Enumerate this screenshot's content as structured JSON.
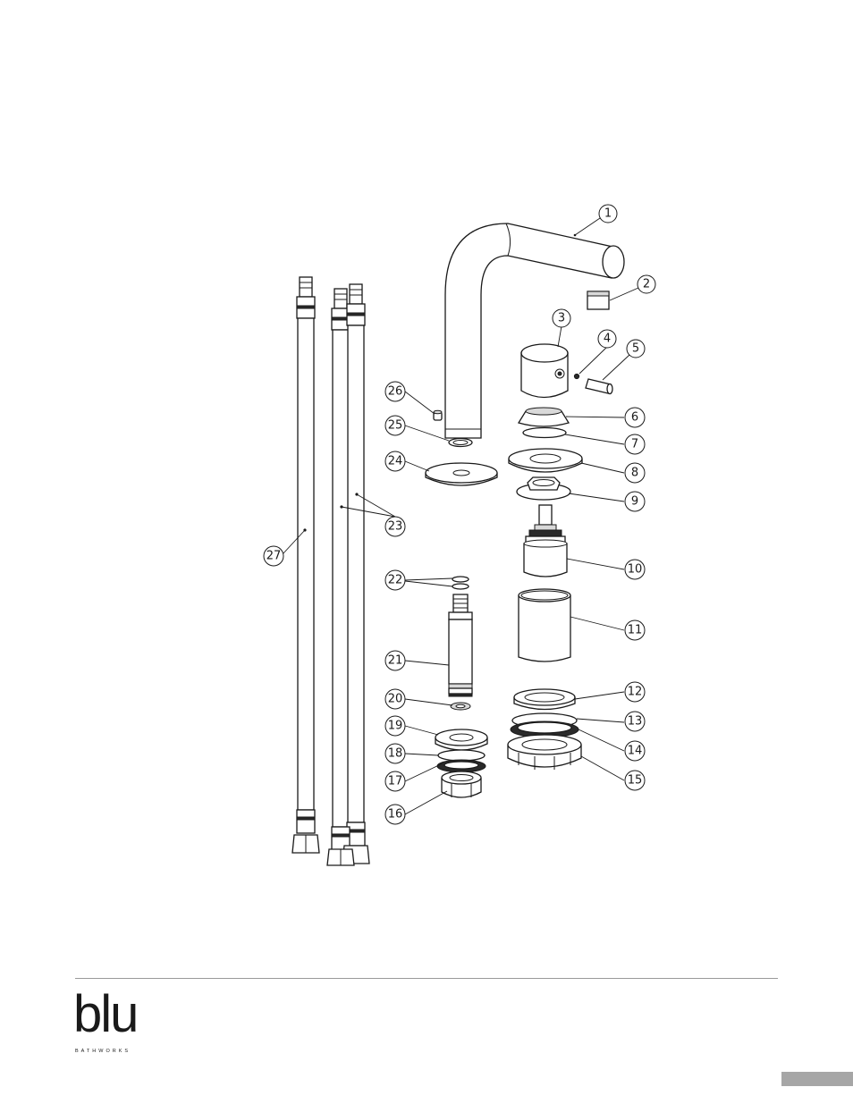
{
  "diagram": {
    "part_numbers": [
      "1",
      "2",
      "3",
      "4",
      "5",
      "6",
      "7",
      "8",
      "9",
      "10",
      "11",
      "12",
      "13",
      "14",
      "15",
      "16",
      "17",
      "18",
      "19",
      "20",
      "21",
      "22",
      "23",
      "24",
      "25",
      "26",
      "27"
    ]
  },
  "footer": {
    "logo_text": "blu",
    "logo_subtext": "BATHWORKS"
  }
}
